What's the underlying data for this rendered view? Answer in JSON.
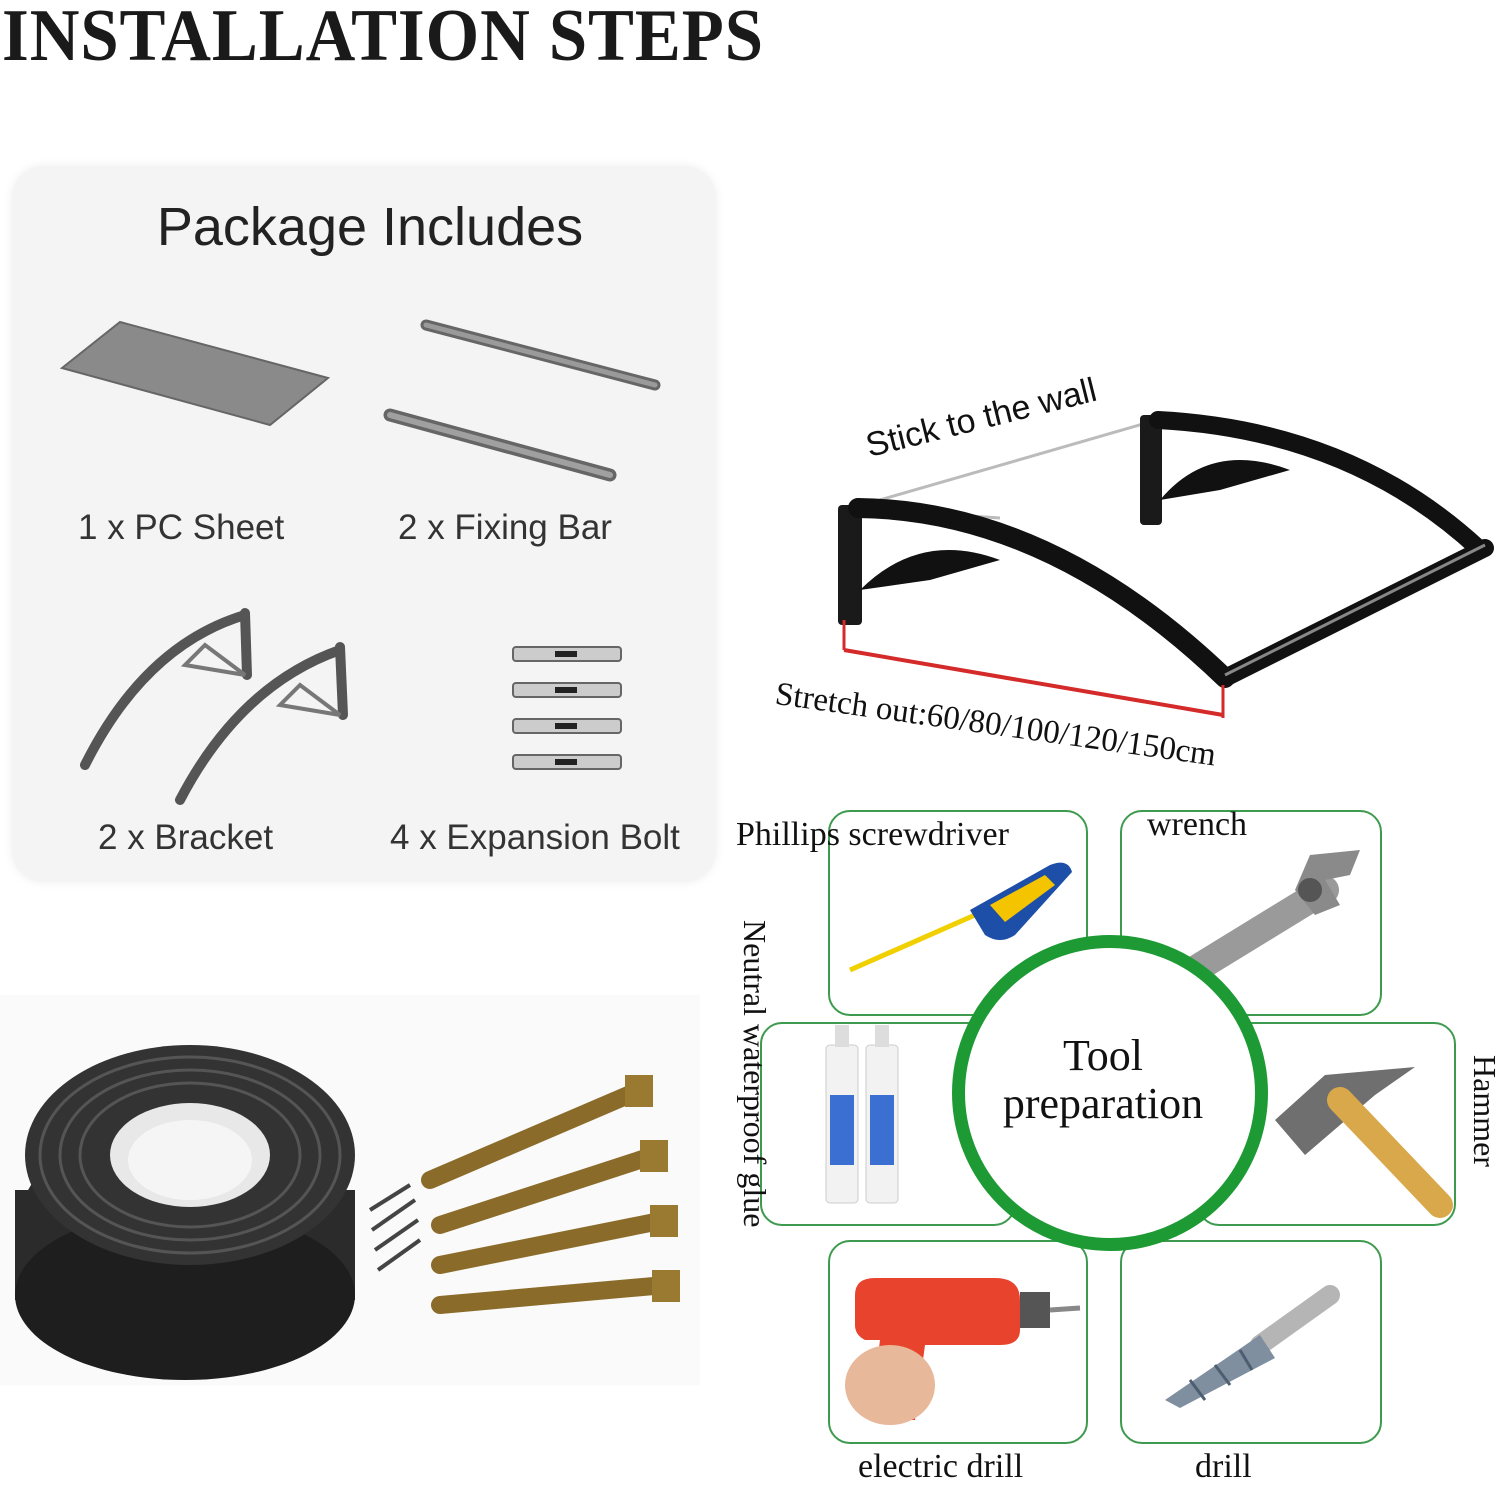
{
  "page": {
    "title": "INSTALLATION STEPS"
  },
  "package": {
    "title": "Package Includes",
    "items": [
      {
        "label": "1 x PC Sheet",
        "icon": "pc-sheet-icon"
      },
      {
        "label": "2 x Fixing Bar",
        "icon": "fixing-bar-icon"
      },
      {
        "label": "2 x Bracket",
        "icon": "bracket-icon"
      },
      {
        "label": "4 x Expansion Bolt",
        "icon": "expansion-bolt-icon"
      }
    ]
  },
  "canopy": {
    "wall_label": "Stick to the wall",
    "stretch_label": "Stretch out:60/80/100/120/150cm"
  },
  "tools": {
    "center_line1": "Tool",
    "center_line2": "preparation",
    "items": [
      {
        "label": "Phillips screwdriver",
        "icon": "screwdriver-icon"
      },
      {
        "label": "wrench",
        "icon": "wrench-icon"
      },
      {
        "label": "Neutral waterproof glue",
        "icon": "glue-tube-icon"
      },
      {
        "label": "Hammer",
        "icon": "hammer-icon"
      },
      {
        "label": "electric drill",
        "icon": "electric-drill-icon"
      },
      {
        "label": "drill",
        "icon": "drill-bit-icon"
      }
    ]
  },
  "colors": {
    "accent_green": "#1e9a35",
    "box_border": "#3d9a4e",
    "measure_red": "#d42a2a"
  }
}
